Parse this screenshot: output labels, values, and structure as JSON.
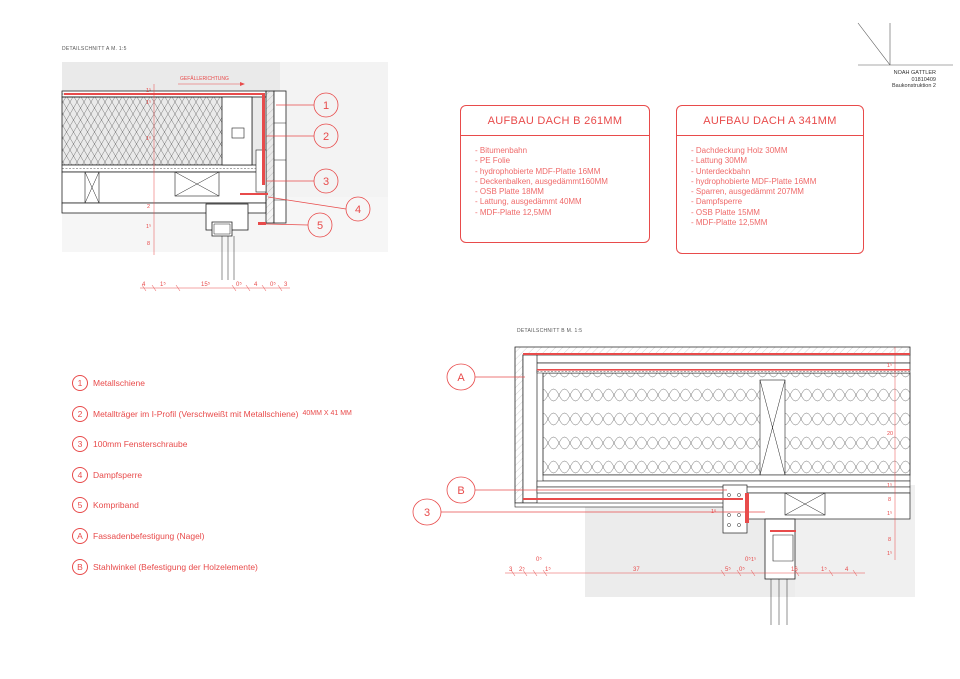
{
  "sheet": {
    "detail_a_title": "DETAILSCHNITT A M. 1:5",
    "detail_b_title": "DETAILSCHNITT B M. 1:5",
    "author": "NOAH GATTLER",
    "student_id": "01810409",
    "course": "Baukonstruktion 2",
    "slope_label": "GEFÄLLERICHTUNG"
  },
  "cards": [
    {
      "title": "AUFBAU DACH B 261MM",
      "items": [
        "Bitumenbahn",
        "PE Folie",
        "hydrophobierte MDF-Platte 16MM",
        "Deckenbalken, ausgedämmt160MM",
        "OSB Platte 18MM",
        "Lattung, ausgedämmt 40MM",
        "MDF-Platte 12,5MM"
      ]
    },
    {
      "title": "AUFBAU DACH A 341MM",
      "items": [
        "Dachdeckung Holz 30MM",
        "Lattung 30MM",
        "Unterdeckbahn",
        "hydrophobierte MDF-Platte 16MM",
        "Sparren, ausgedämmt 207MM",
        "Dampfsperre",
        "OSB Platte 15MM",
        "MDF-Platte 12,5MM"
      ]
    }
  ],
  "legend": [
    {
      "key": "1",
      "text": "Metallschiene",
      "suffix": ""
    },
    {
      "key": "2",
      "text": "Metallträger im I-Profil (Verschweißt mit Metallschiene)",
      "suffix": "40MM X 41 MM"
    },
    {
      "key": "3",
      "text": "100mm Fensterschraube",
      "suffix": ""
    },
    {
      "key": "4",
      "text": "Dampfsperre",
      "suffix": ""
    },
    {
      "key": "5",
      "text": "Kompriband",
      "suffix": ""
    },
    {
      "key": "A",
      "text": "Fassadenbefestigung (Nagel)",
      "suffix": ""
    },
    {
      "key": "B",
      "text": "Stahlwinkel (Befestigung der Holzelemente)",
      "suffix": ""
    }
  ],
  "detail_a": {
    "callouts": [
      "1",
      "2",
      "3",
      "4",
      "5"
    ],
    "dims_bottom": [
      "4",
      "1⁵",
      "15⁵",
      "0⁵",
      "4",
      "0⁵",
      "3"
    ],
    "dims_side": [
      "1⁵",
      "1⁵",
      "1⁶",
      "2",
      "8",
      "1⁵"
    ]
  },
  "detail_b": {
    "callouts": [
      "A",
      "B",
      "3"
    ],
    "dims_bottom": [
      "3",
      "2⁵",
      "0⁵",
      "1⁵",
      "37",
      "5⁵",
      "0⁵",
      "0⁵",
      "16",
      "1⁵",
      "4"
    ],
    "dims_side": [
      "1⁵",
      "20",
      "1⁵",
      "8",
      "1⁵",
      "8",
      "1⁵"
    ],
    "dims_window": [
      "1⁶",
      "1⁵"
    ]
  },
  "colors": {
    "accent": "#e84b4b",
    "linework": "#333333",
    "hatch": "#dcdcdc"
  }
}
